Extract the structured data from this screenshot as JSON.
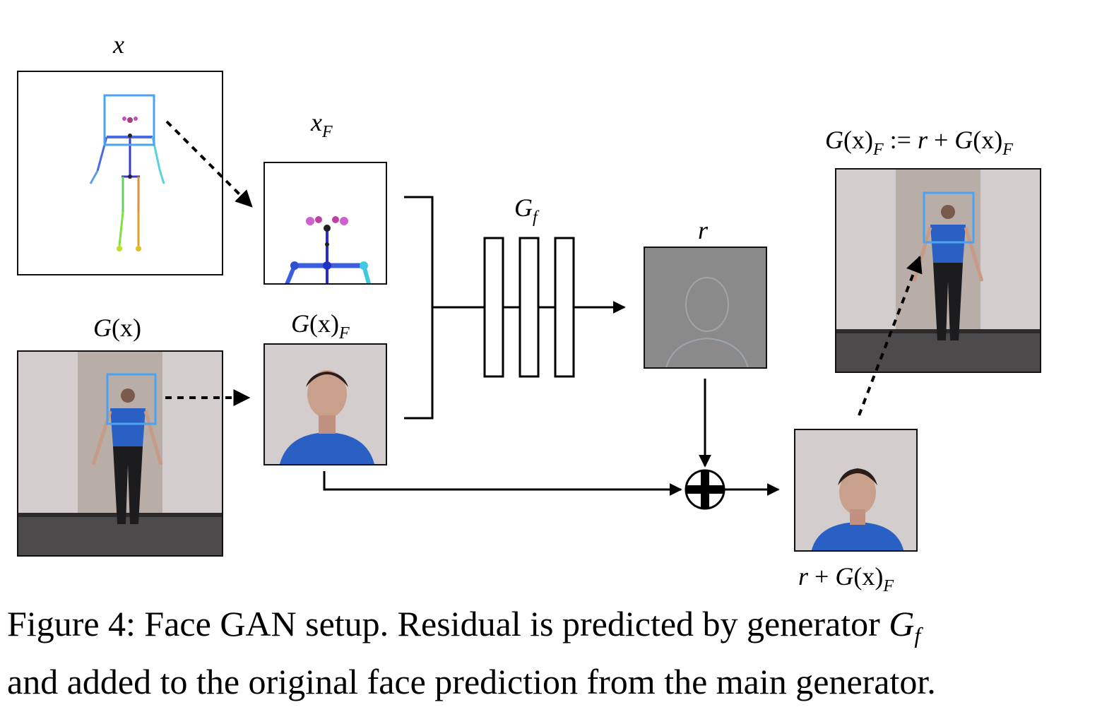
{
  "labels": {
    "x": "x",
    "xF_base": "x",
    "xF_sub": "F",
    "Gx_base": "G",
    "Gx_arg": "(x)",
    "GxF_base": "G",
    "GxF_arg": "(x)",
    "GxF_sub": "F",
    "Gf_base": "G",
    "Gf_sub": "f",
    "r": "r",
    "sum_r": "r",
    "sum_plus": " + ",
    "sum_G": "G",
    "sum_arg": "(x)",
    "sum_sub": "F",
    "upd_G": "G",
    "upd_arg": "(x)",
    "upd_sub": "F",
    "upd_assign": " := ",
    "upd_r": "r",
    "upd_plus": " + ",
    "upd_G2": "G",
    "upd_arg2": "(x)",
    "upd_sub2": "F"
  },
  "caption": {
    "line1_prefix": "Figure 4: Face GAN setup. Residual is predicted by generator ",
    "line1_sym": "G",
    "line1_sub": "f",
    "line2": "and added to the original face prediction from the main generator."
  },
  "colors": {
    "bbox": "#4aa3f0",
    "wall": "#d3cecd",
    "door": "#b8aea7",
    "shirt": "#2a60c4",
    "residual": "#8a8a8a"
  }
}
